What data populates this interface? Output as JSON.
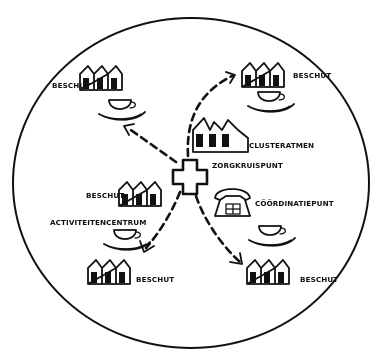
{
  "labels": {
    "top_left": "BESCHUT",
    "top_right": "BESCHUT",
    "cluster": "CLUSTERATMEN",
    "central": "ZORGKRUISPUNT",
    "coordination": "CÖÖRDINATIEPUNT",
    "mid_left": "BESCHUT",
    "activity": "ACTIVITEITENCENTRUM",
    "bottom_left": "BESCHUT",
    "bottom_right": "BESCHUT"
  },
  "icons": [
    "house-cluster-icon",
    "teacup-icon",
    "care-cross-icon",
    "telephone-icon",
    "dashed-arrow-icon"
  ]
}
